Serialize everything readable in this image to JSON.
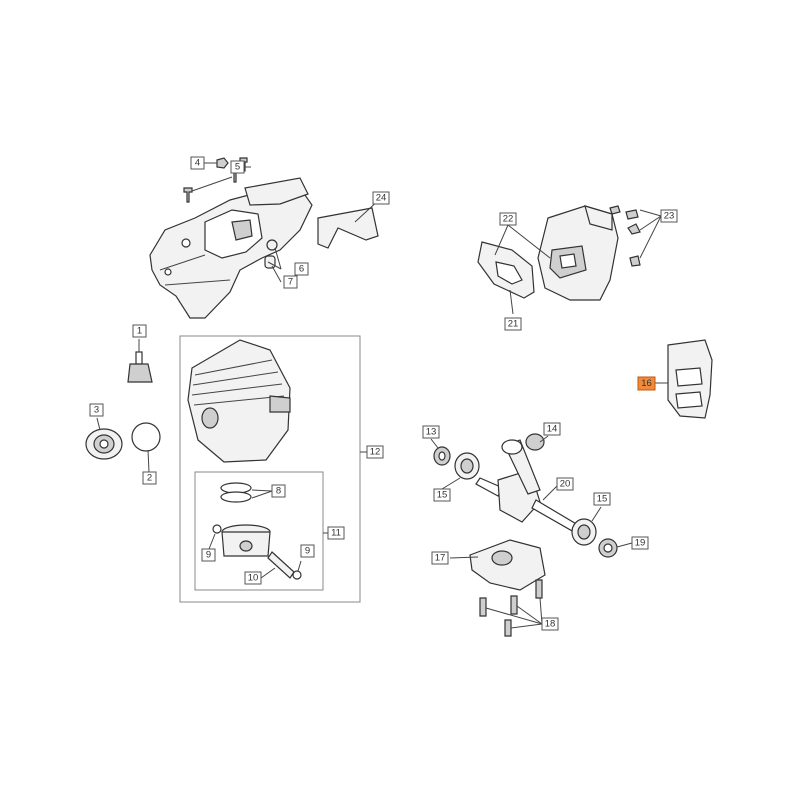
{
  "callouts": {
    "c1": "1",
    "c2": "2",
    "c3": "3",
    "c4": "4",
    "c5": "5",
    "c6": "6",
    "c7": "7",
    "c8": "8",
    "c9a": "9",
    "c9b": "9",
    "c10": "10",
    "c11": "11",
    "c12": "12",
    "c13": "13",
    "c14": "14",
    "c15a": "15",
    "c15b": "15",
    "c16": "16",
    "c17": "17",
    "c18": "18",
    "c19": "19",
    "c20": "20",
    "c21": "21",
    "c22": "22",
    "c23": "23",
    "c24": "24"
  },
  "highlight": {
    "callout": "16",
    "color": "#f28a3c"
  }
}
